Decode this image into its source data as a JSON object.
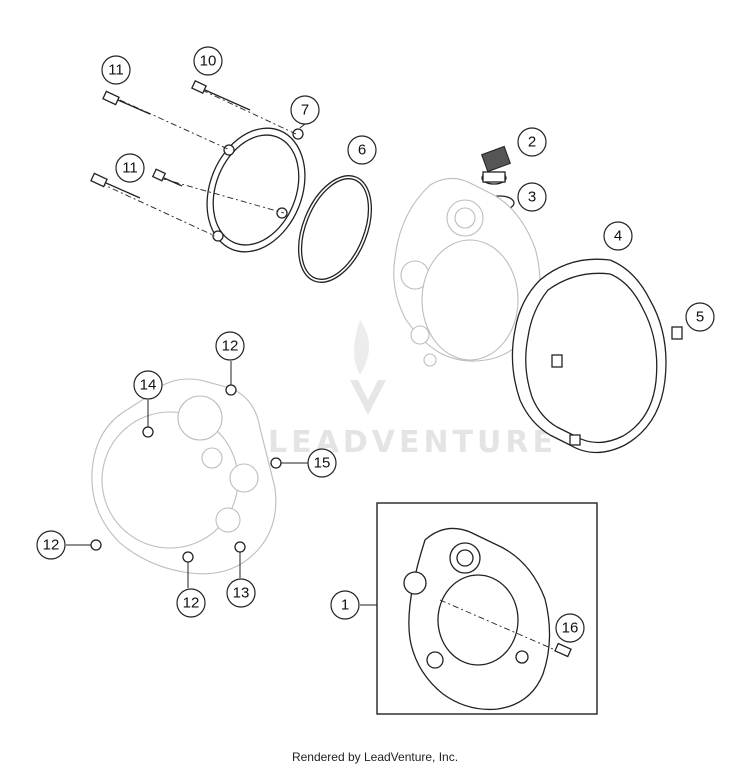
{
  "diagram": {
    "callouts": [
      {
        "id": "c11a",
        "label": "11"
      },
      {
        "id": "c10",
        "label": "10"
      },
      {
        "id": "c7",
        "label": "7"
      },
      {
        "id": "c6",
        "label": "6"
      },
      {
        "id": "c11b",
        "label": "11"
      },
      {
        "id": "c2",
        "label": "2"
      },
      {
        "id": "c3",
        "label": "3"
      },
      {
        "id": "c4",
        "label": "4"
      },
      {
        "id": "c5",
        "label": "5"
      },
      {
        "id": "c12a",
        "label": "12"
      },
      {
        "id": "c14",
        "label": "14"
      },
      {
        "id": "c15",
        "label": "15"
      },
      {
        "id": "c12b",
        "label": "12"
      },
      {
        "id": "c12c",
        "label": "12"
      },
      {
        "id": "c13",
        "label": "13"
      },
      {
        "id": "c1",
        "label": "1"
      },
      {
        "id": "c16",
        "label": "16"
      }
    ],
    "watermark": "LEADVENTURE",
    "footer": "Rendered by LeadVenture, Inc."
  }
}
